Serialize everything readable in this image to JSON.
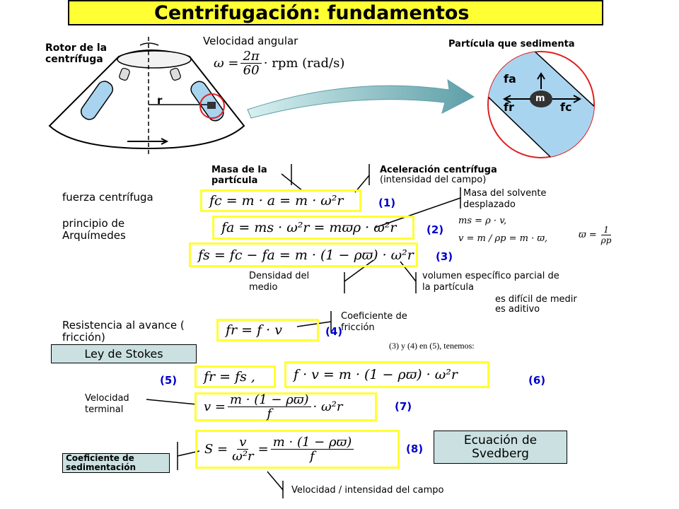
{
  "title": "Centrifugación: fundamentos",
  "top": {
    "rotor_label": "Rotor de la centrífuga",
    "rotor_r": "r",
    "velocidad_label": "Velocidad angular",
    "omega_eq_left": "ω =",
    "omega_num": "2π",
    "omega_den": "60",
    "omega_eq_right": "· rpm   (rad/s)",
    "particula_label": "Partícula que sedimenta",
    "fa": "fa",
    "fr": "fr",
    "fc": "fc",
    "m": "m"
  },
  "labels": {
    "masa_particula": "Masa de la partícula",
    "aceleracion": "Aceleración centrífuga",
    "intensidad_campo": "(intensidad del campo)",
    "fuerza_centrifuga": "fuerza centrífuga",
    "arquimedes": "principio de Arquímedes",
    "masa_solvente": "Masa del solvente desplazado",
    "ms_eq": "ms = ρ · v,",
    "v_eq": "v = m / ρp = m · ϖ,",
    "varpi_left": "ϖ =",
    "varpi_num": "1",
    "varpi_den": "ρp",
    "densidad_medio": "Densidad del medio",
    "volumen_especifico": "volumen específico parcial de la partícula",
    "dificil_medir": "es difícil de medir",
    "es_aditivo": "es aditivo",
    "resistencia": "Resistencia al avance ( fricción)",
    "coef_friccion": "Coeficiente de fricción",
    "ley_stokes": "Ley de Stokes",
    "sustituyendo": "(3) y (4) en (5), tenemos:",
    "velocidad_terminal": "Velocidad terminal",
    "coef_sedimentacion": "Coeficiente de sedimentación",
    "ecuacion_svedberg": "Ecuación de Svedberg",
    "vel_intensidad": "Velocidad / intensidad del campo"
  },
  "equations": {
    "eq1": "fc = m · a = m · ω²r",
    "eq2": "fa = ms · ω²r = mϖρ · ω²r",
    "eq3": "fs = fc − fa = m · (1 − ρϖ) · ω²r",
    "eq4": "fr = f · v",
    "eq5": "fr = fs ,",
    "eq6": "f · v = m · (1 − ρϖ) · ω²r",
    "eq7_left": "v =",
    "eq7_num": "m · (1 − ρϖ)",
    "eq7_den": "f",
    "eq7_right": "· ω²r",
    "eq8_left": "S =",
    "eq8_num1": "v",
    "eq8_den1": "ω²r",
    "eq8_mid": "=",
    "eq8_num2": "m · (1 − ρϖ)",
    "eq8_den2": "f"
  },
  "numbers": [
    "(1)",
    "(2)",
    "(3)",
    "(4)",
    "(5)",
    "(6)",
    "(7)",
    "(8)"
  ],
  "colors": {
    "title_bg": "#ffff33",
    "highlight": "#ffff33",
    "number": "#0000cc",
    "label_box": "#cbe1e1",
    "tube": "#a9d4f0",
    "circle": "#e02020"
  }
}
